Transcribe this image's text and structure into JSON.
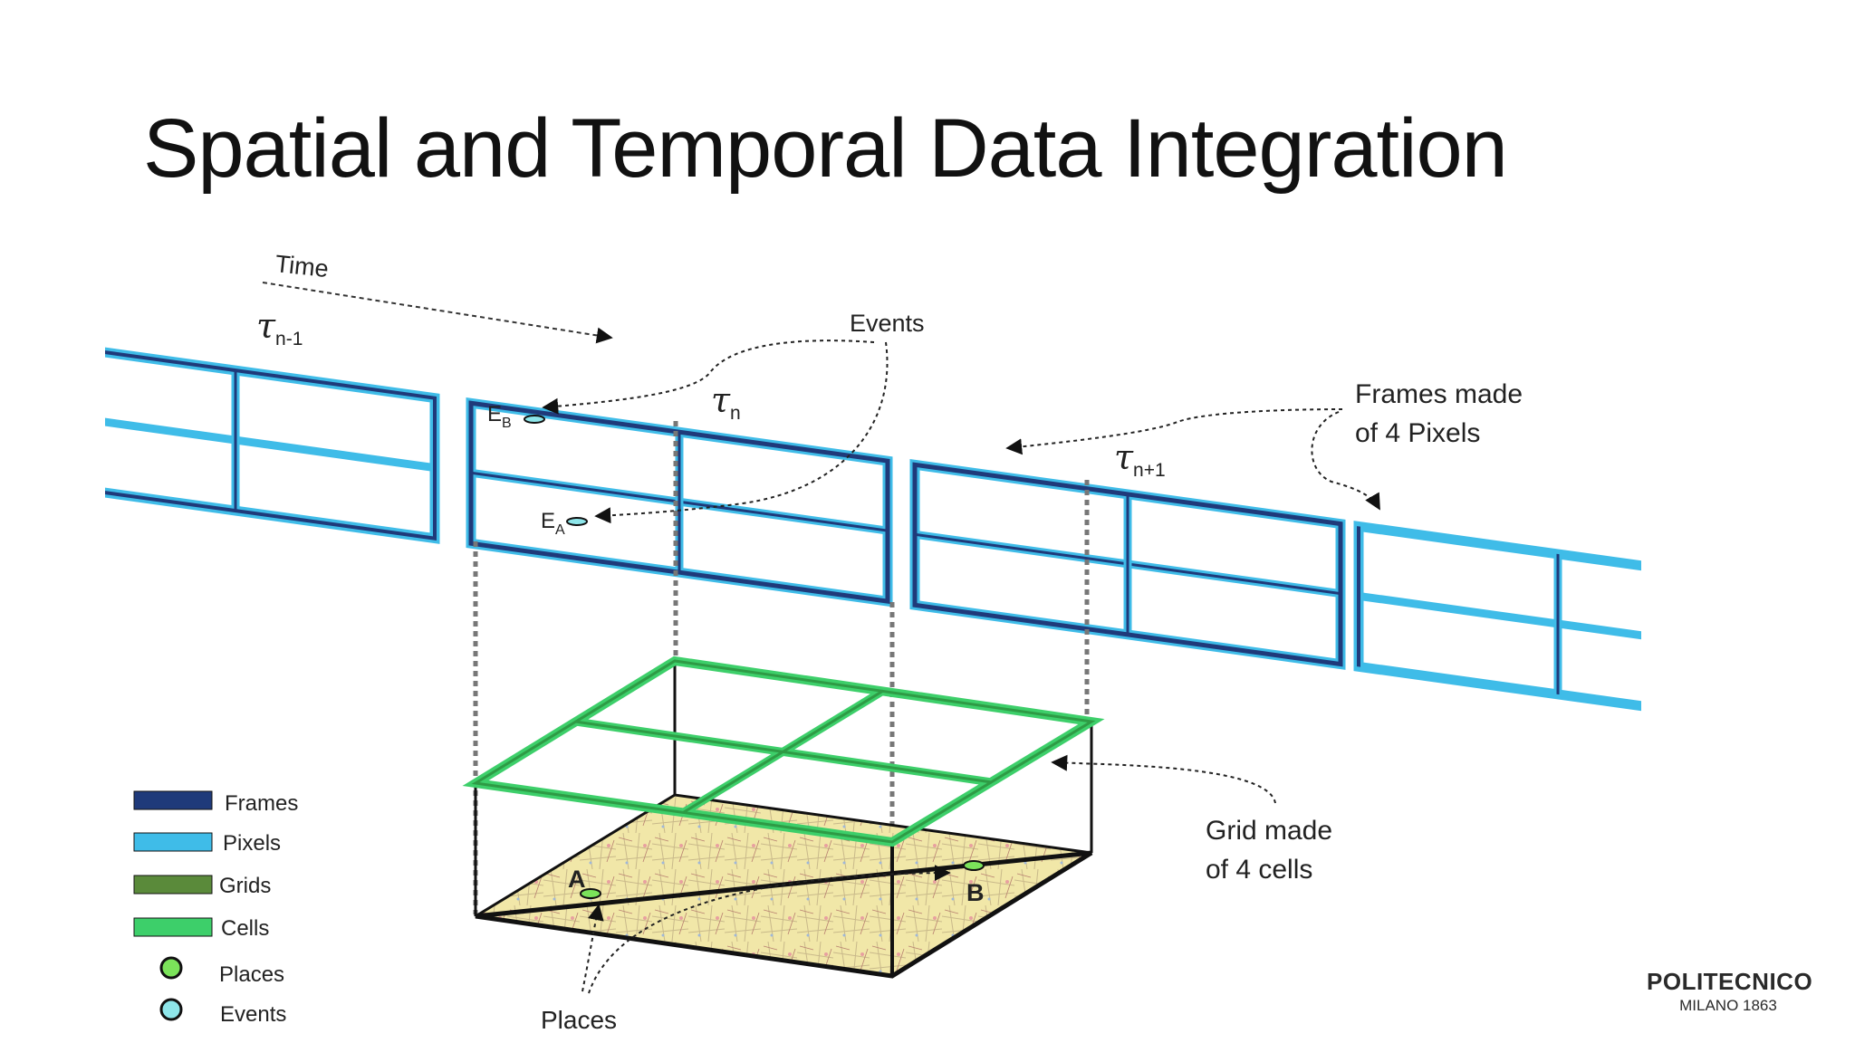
{
  "title": "Spatial and Temporal Data Integration",
  "labels": {
    "time": "Time",
    "events": "Events",
    "frames_made_line1": "Frames made",
    "frames_made_line2": "of 4 Pixels",
    "grid_made_line1": "Grid made",
    "grid_made_line2": "of 4 cells",
    "places": "Places",
    "place_a": "A",
    "place_b": "B"
  },
  "time_labels": [
    {
      "symbol": "τ",
      "subscript": "n-1"
    },
    {
      "symbol": "τ",
      "subscript": "n"
    },
    {
      "symbol": "τ",
      "subscript": "n+1"
    }
  ],
  "event_labels": [
    {
      "letter": "E",
      "subscript": "B"
    },
    {
      "letter": "E",
      "subscript": "A"
    }
  ],
  "legend": [
    {
      "label": "Frames",
      "color": "#1f3a7a",
      "shape": "rect"
    },
    {
      "label": "Pixels",
      "color": "#3fbce8",
      "shape": "rect"
    },
    {
      "label": "Grids",
      "color": "#5a8a3a",
      "shape": "rect"
    },
    {
      "label": "Cells",
      "color": "#3dcf6a",
      "shape": "rect"
    },
    {
      "label": "Places",
      "color": "#7be35a",
      "shape": "circle"
    },
    {
      "label": "Events",
      "color": "#8ee6ea",
      "shape": "circle"
    }
  ],
  "colors": {
    "frame": "#1f3a7a",
    "pixel": "#3fbce8",
    "grid": "#2e9b45",
    "cell": "#3dcf6a",
    "map": "#f1e7a8"
  },
  "logo": {
    "line1": "POLITECNICO",
    "line2": "MILANO 1863"
  }
}
